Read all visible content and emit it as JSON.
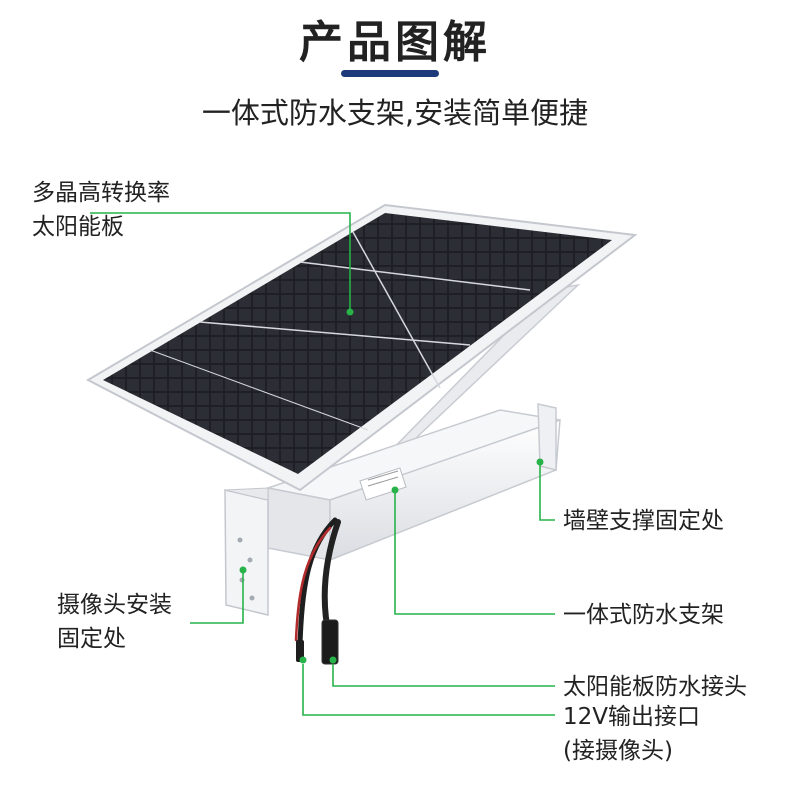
{
  "title": "产品图解",
  "subtitle": "一体式防水支架,安装简单便捷",
  "accent_color": "#1f3a7a",
  "callout_color": "#27b34a",
  "labels": {
    "solar_panel_line1": "多晶高转换率",
    "solar_panel_line2": "太阳能板",
    "wall_mount": "墙壁支撑固定处",
    "camera_mount_line1": "摄像头安装",
    "camera_mount_line2": "固定处",
    "bracket": "一体式防水支架",
    "panel_connector": "太阳能板防水接头",
    "output_line1": "12V输出接口",
    "output_line2": "(接摄像头)"
  }
}
